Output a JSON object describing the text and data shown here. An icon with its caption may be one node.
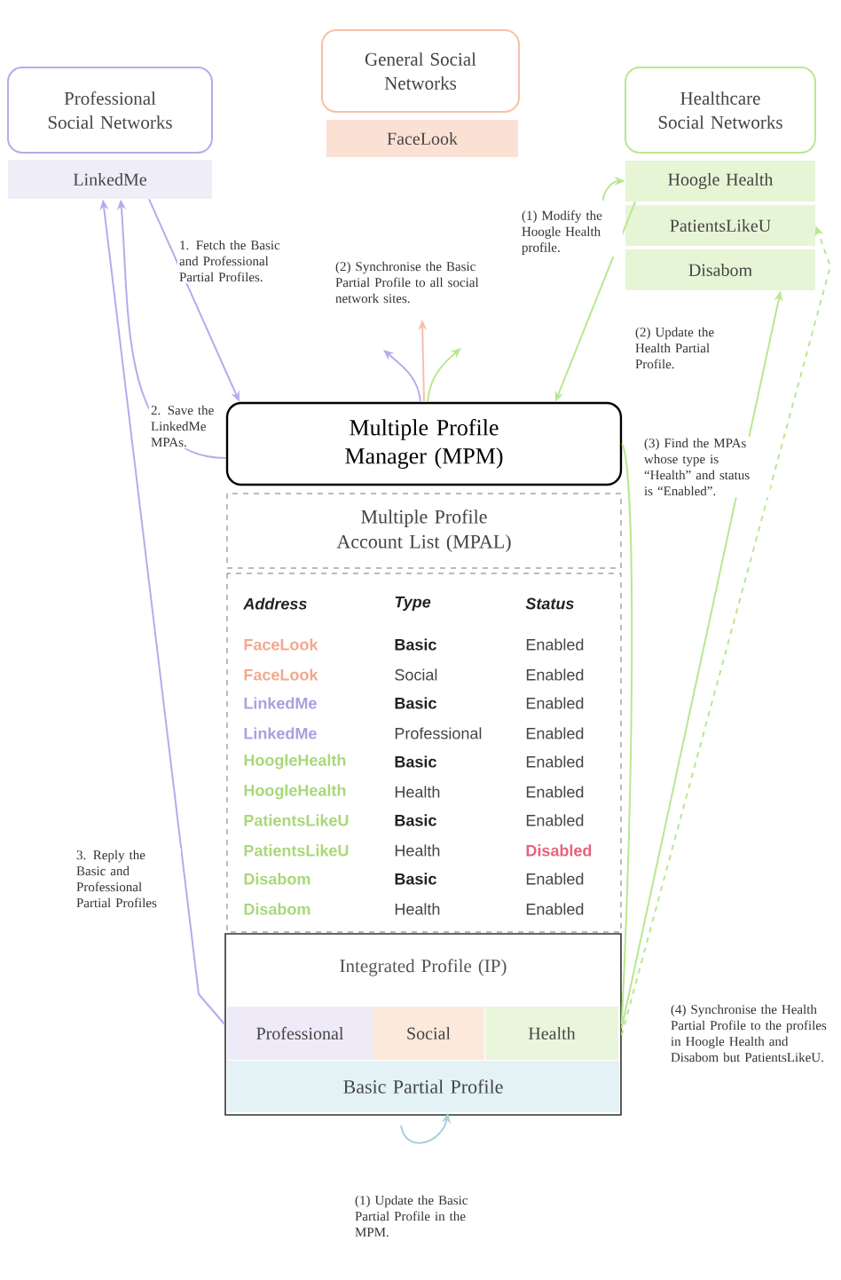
{
  "diagram": {
    "nodes": [
      {
        "text": [
          "Professional Social Networks"
        ]
      },
      {
        "text": [
          "LinkedMe"
        ]
      },
      {
        "text": [
          "General Social Networks"
        ]
      },
      {
        "text": [
          "FaceLook"
        ]
      },
      {
        "text": [
          "Healthcare Social Networks"
        ]
      },
      {
        "text": [
          "Hoogle Health"
        ]
      },
      {
        "text": [
          "PatientsLikeU"
        ]
      },
      {
        "text": [
          "Disabom"
        ]
      },
      {
        "text": [
          "Multiple Profile Manager (MPM)"
        ]
      },
      {
        "text": [
          "Multiple Profile Account List (MPAL)"
        ]
      },
      {
        "text": [
          "Integrated Profile (IP)"
        ]
      },
      {
        "text": [
          "Professional"
        ],
        "in": 10
      },
      {
        "text": [
          "Social"
        ],
        "in": 10
      },
      {
        "text": [
          "Health"
        ],
        "in": 10
      },
      {
        "text": [
          "Basic Partial Profile"
        ],
        "in": 10
      }
    ],
    "edges": [
      {
        "from": 1,
        "to": 8,
        "arrow": "to",
        "label": "1. Fetch the Basic and Professional Partial Profiles.",
        "color": "#b4acec"
      },
      {
        "from": 8,
        "to": 1,
        "arrow": "to",
        "label": "2. Save the LinkedMe MPAs.",
        "color": "#b4acec"
      },
      {
        "from": 10,
        "to": 1,
        "arrow": "to",
        "label": "3. Reply the Basic and Professional Partial Profiles",
        "color": "#b4acec"
      },
      {
        "from": 5,
        "to": 8,
        "arrow": "to",
        "label": "(2) Update the Health Partial Profile."
      },
      {
        "from": null,
        "to": 5,
        "arrow": "to",
        "label": "(1) Modify the Hoogle Health profile."
      },
      {
        "from": 8,
        "to": null,
        "arrow": "to",
        "color": "#b4acec"
      },
      {
        "from": 8,
        "to": null,
        "arrow": "to",
        "label": "(2) Synchronise the Basic Partial Profile to all social network sites.",
        "color": "#f8c0a8"
      },
      {
        "from": 8,
        "to": null,
        "arrow": "to"
      },
      {
        "from": 8,
        "to": 10,
        "arrow": "none",
        "label": "(3) Find the MPAs whose type is “Health” and status is “Enabled”."
      },
      {
        "from": 10,
        "to": 7,
        "arrow": "to",
        "label": "(4) Synchronise the Health Partial Profile to the profiles in Hoogle Health and Disabom but PatientsLikeU."
      },
      {
        "from": 10,
        "to": 6,
        "arrow": "to",
        "style": "dashed"
      },
      {
        "from": null,
        "to": 14,
        "arrow": "to",
        "label": "(1) Update the Basic Partial Profile in the MPM.",
        "color": "#a8d0dc"
      }
    ],
    "labels": [
      "Address",
      "Type",
      "Status",
      "FaceLook",
      "Basic",
      "Enabled",
      "FaceLook",
      "Social",
      "Enabled",
      "LinkedMe",
      "Basic",
      "Enabled",
      "LinkedMe",
      "Professional",
      "Enabled",
      "HoogleHealth",
      "Basic",
      "Enabled",
      "HoogleHealth",
      "Health",
      "Enabled",
      "PatientsLikeU",
      "Basic",
      "Enabled",
      "PatientsLikeU",
      "Health",
      "Disabled",
      "Disabom",
      "Basic",
      "Enabled",
      "Disabom",
      "Health",
      "Enabled"
    ]
  }
}
